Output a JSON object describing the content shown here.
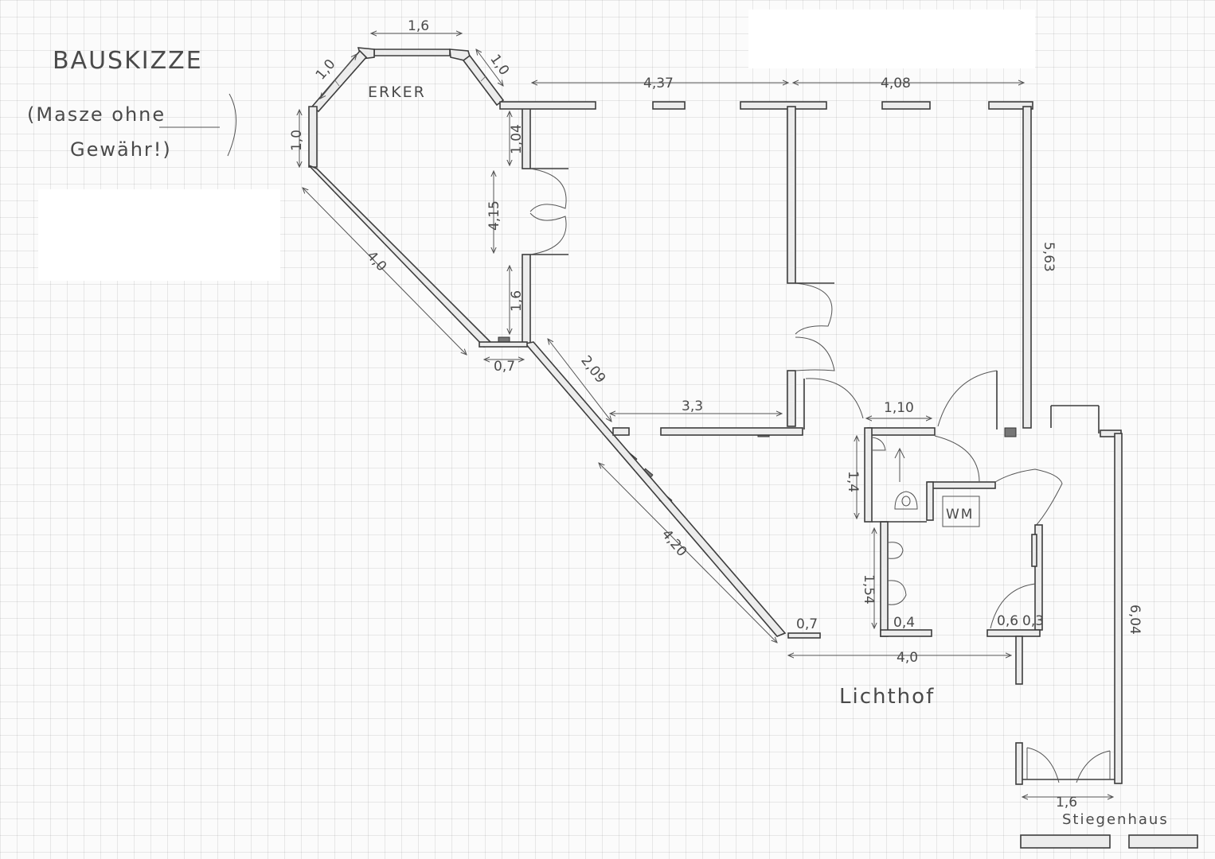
{
  "title": "BAUSKIZZE",
  "subtitle_line1": "(Masze ohne",
  "subtitle_line2": "Gewähr!)",
  "room_labels": {
    "erker": "ERKER",
    "lichthof": "Lichthof",
    "stiegenhaus": "Stiegenhaus",
    "wm": "WM"
  },
  "dimensions": {
    "erker_top": "1,6",
    "erker_left_diag": "1,0",
    "erker_right_diag": "1,0",
    "erker_left": "1,0",
    "erker_right": "1,04",
    "wall_4_15": "4,15",
    "wall_1_6": "1,6",
    "diag_4_0": "4,0",
    "gap_0_7_top": "0,7",
    "diag_2_09": "2,09",
    "room_3_3": "3,3",
    "top_4_37": "4,37",
    "top_4_08": "4,08",
    "right_5_63": "5,63",
    "bath_1_10": "1,10",
    "bath_1_4": "1,4",
    "bath_1_54": "1,54",
    "diag_4_20": "4,20",
    "gap_0_7_bottom": "0,7",
    "bottom_4_0": "4,0",
    "small_0_4": "0,4",
    "small_0_6": "0,6",
    "small_0_3": "0,3",
    "right_6_04": "6,04",
    "stairs_1_6": "1,6"
  }
}
